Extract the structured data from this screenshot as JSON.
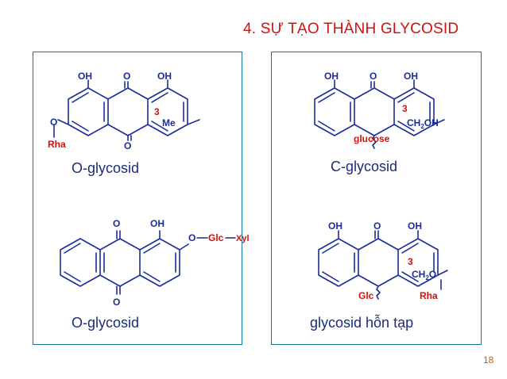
{
  "slide": {
    "title": "4.  SỰ TẠO THÀNH GLYCOSID",
    "page_number": "18"
  },
  "panels": [
    {
      "caption": "O-glycosid",
      "labels": {
        "oh1": "OH",
        "o_top": "O",
        "oh2": "OH",
        "pos3": "3",
        "me": "Me",
        "o_side": "O",
        "rha": "Rha",
        "o_bottom": "O"
      }
    },
    {
      "caption": "C-glycosid",
      "labels": {
        "oh1": "OH",
        "o_top": "O",
        "oh2": "OH",
        "pos3": "3",
        "ch2oh": "CH",
        "ch2oh_sub": "2",
        "ch2oh_tail": "OH",
        "glucose": "glucose"
      }
    },
    {
      "caption": "O-glycosid",
      "labels": {
        "o_top": "O",
        "oh": "OH",
        "o_link": "O",
        "sugar": "Glc",
        "sugar2": "Xyl",
        "o_bottom": "O"
      }
    },
    {
      "caption": "glycosid hỗn tạp",
      "labels": {
        "oh1": "OH",
        "o_top": "O",
        "oh2": "OH",
        "pos3": "3",
        "ch2o": "CH",
        "ch2o_sub": "2",
        "ch2o_tail": "O",
        "glc": "Glc",
        "rha": "Rha"
      }
    }
  ],
  "colors": {
    "title": "#d21010",
    "panel_border": "#0e7aa0",
    "caption": "#1a2d7a",
    "structure": "#1a2d9a",
    "highlight": "#d21010",
    "page_number": "#d26010"
  }
}
